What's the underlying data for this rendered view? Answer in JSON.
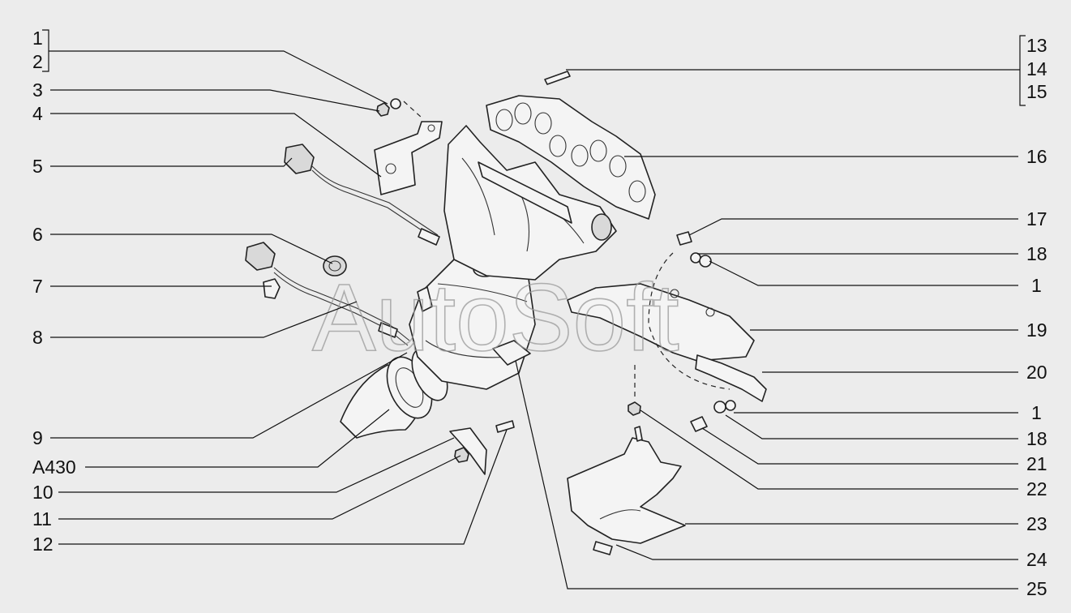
{
  "watermark": "AutoSoft",
  "left_labels": [
    "1",
    "2",
    "3",
    "4",
    "5",
    "6",
    "7",
    "8",
    "9",
    "A430",
    "10",
    "11",
    "12"
  ],
  "right_labels": [
    "13",
    "14",
    "15",
    "16",
    "17",
    "18",
    "1",
    "19",
    "20",
    "1",
    "18",
    "21",
    "22",
    "23",
    "24",
    "25"
  ]
}
